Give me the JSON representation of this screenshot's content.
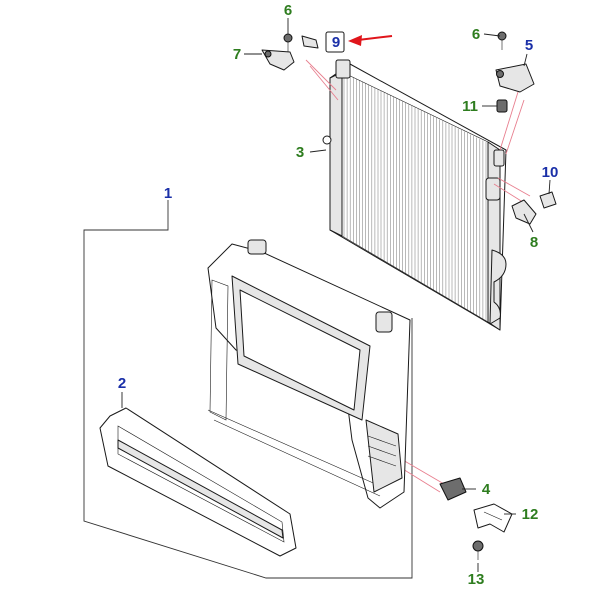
{
  "callouts": {
    "c1": "1",
    "c2": "2",
    "c3": "3",
    "c4": "4",
    "c5": "5",
    "c6a": "6",
    "c6b": "6",
    "c7": "7",
    "c8": "8",
    "c9": "9",
    "c10": "10",
    "c11": "11",
    "c12": "12",
    "c13": "13"
  },
  "colors": {
    "callout_green": "#2e7d1f",
    "callout_blue": "#1a2fa8",
    "highlight_arrow": "#e0151b",
    "leader_pink": "#e87f8f"
  }
}
